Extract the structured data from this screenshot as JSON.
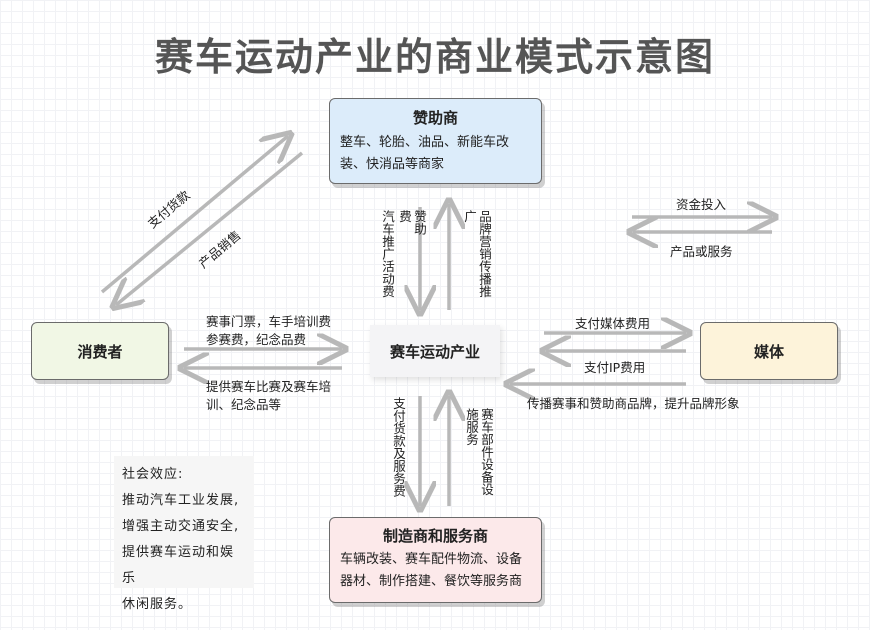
{
  "title": "赛车运动产业的商业模式示意图",
  "nodes": {
    "sponsor": {
      "label": "赞助商",
      "desc": "整车、轮胎、油品、新能车改装、快消品等商家"
    },
    "consumer": {
      "label": "消费者"
    },
    "center": {
      "label": "赛车运动产业"
    },
    "media": {
      "label": "媒体"
    },
    "manufacturer": {
      "label": "制造商和服务商",
      "desc": "车辆改装、赛车配件物流、设备器材、制作搭建、餐饮等服务商"
    }
  },
  "edges": {
    "consumer_to_sponsor": "支付货款",
    "sponsor_to_consumer": "产品销售",
    "sponsor_to_center": "赞助费",
    "sponsor_to_center_2": "汽车推广活动费",
    "center_to_sponsor": "品牌营销传播推广",
    "legend_top": "资金投入",
    "legend_bottom": "产品或服务",
    "consumer_to_center": "赛事门票，车手培训费参赛费，纪念品费",
    "center_to_consumer": "提供赛车比赛及赛车培训、纪念品等",
    "center_to_media": "支付媒体费用",
    "media_to_center_1": "支付IP费用",
    "media_to_center_2": "传播赛事和赞助商品牌，提升品牌形象",
    "center_to_manu": "支付货款及服务费",
    "manu_to_center": "赛车部件设备设施服务"
  },
  "social": {
    "heading": "社会效应:",
    "lines": [
      "推动汽车工业发展,",
      "增强主动交通安全,",
      "提供赛车运动和娱乐",
      "休闲服务。"
    ]
  },
  "colors": {
    "sponsor": "#dcecfa",
    "consumer": "#f1f7e5",
    "media": "#fdf3da",
    "manufacturer": "#fce9ea",
    "center": "#f4f4f6",
    "arrow": "#b8b8b8"
  }
}
